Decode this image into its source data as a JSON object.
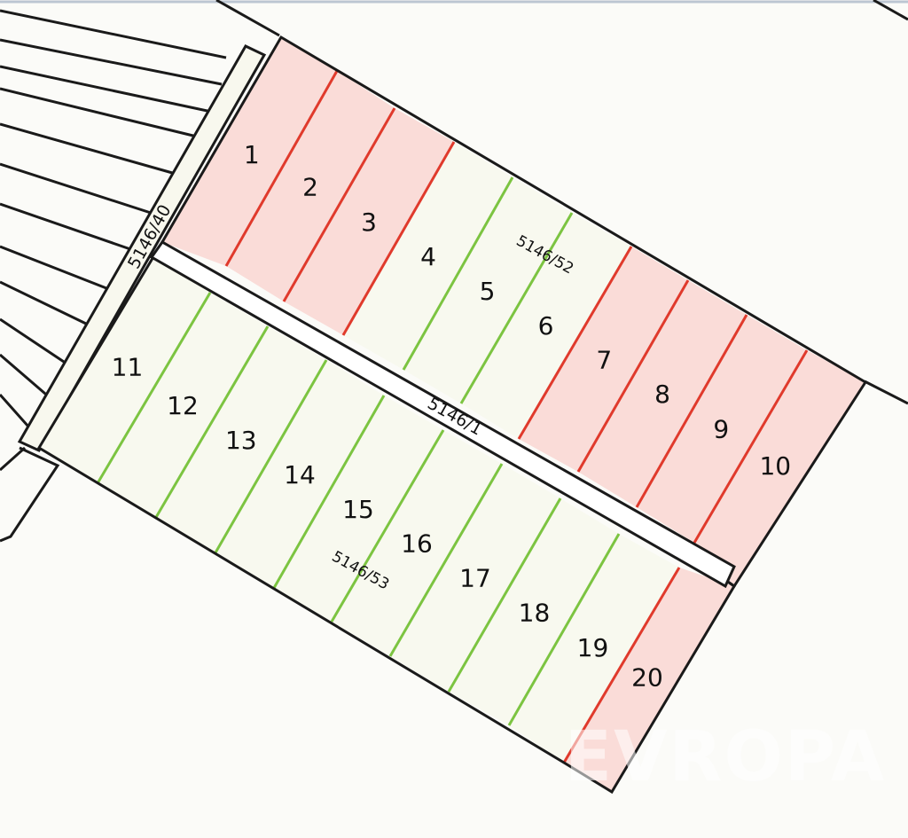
{
  "colors": {
    "sold_fill": "#fadcd8",
    "free_fill": "#f8f9ef",
    "sold_line": "#e03a2c",
    "free_line": "#7cc441",
    "boundary": "#1a1a1a"
  },
  "parcel_codes": {
    "north_block": "5146/52",
    "south_block": "5146/53",
    "central_road": "5146/1",
    "west_road": "5146/40"
  },
  "plots": [
    {
      "number": "1",
      "status": "sold"
    },
    {
      "number": "2",
      "status": "sold"
    },
    {
      "number": "3",
      "status": "sold"
    },
    {
      "number": "4",
      "status": "free"
    },
    {
      "number": "5",
      "status": "free"
    },
    {
      "number": "6",
      "status": "free"
    },
    {
      "number": "7",
      "status": "sold"
    },
    {
      "number": "8",
      "status": "sold"
    },
    {
      "number": "9",
      "status": "sold"
    },
    {
      "number": "10",
      "status": "sold"
    },
    {
      "number": "11",
      "status": "free"
    },
    {
      "number": "12",
      "status": "free"
    },
    {
      "number": "13",
      "status": "free"
    },
    {
      "number": "14",
      "status": "free"
    },
    {
      "number": "15",
      "status": "free"
    },
    {
      "number": "16",
      "status": "free"
    },
    {
      "number": "17",
      "status": "free"
    },
    {
      "number": "18",
      "status": "free"
    },
    {
      "number": "19",
      "status": "free"
    },
    {
      "number": "20",
      "status": "sold"
    }
  ],
  "watermark": "EVROPA"
}
